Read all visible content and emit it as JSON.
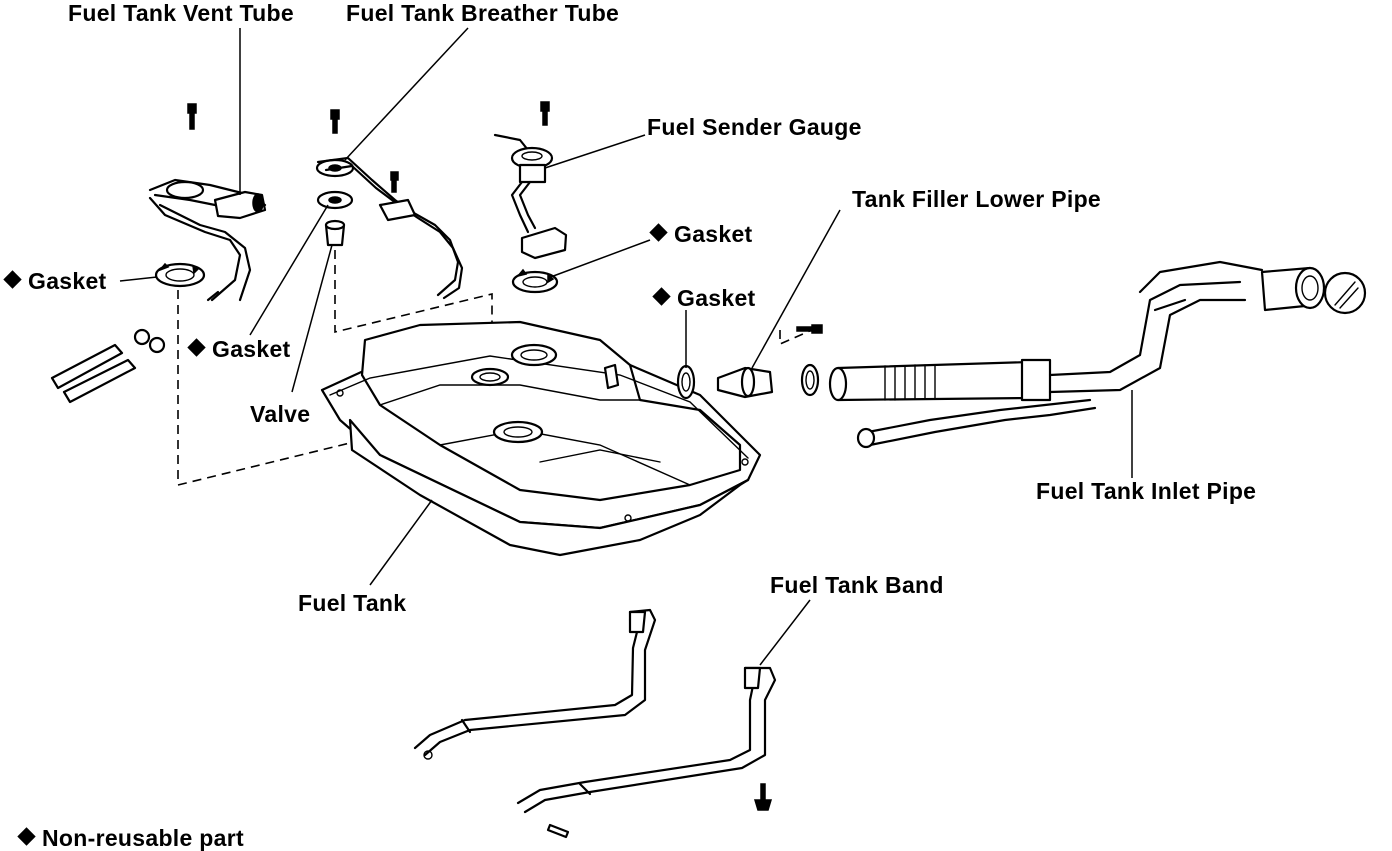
{
  "labels": {
    "fuel_tank_vent_tube": "Fuel Tank Vent Tube",
    "fuel_tank_breather_tube": "Fuel Tank Breather Tube",
    "fuel_sender_gauge": "Fuel Sender Gauge",
    "tank_filler_lower_pipe": "Tank Filler Lower Pipe",
    "gasket_sender": "Gasket",
    "gasket_filler": "Gasket",
    "gasket_left": "Gasket",
    "gasket_center": "Gasket",
    "valve": "Valve",
    "fuel_tank_inlet_pipe": "Fuel Tank Inlet Pipe",
    "fuel_tank": "Fuel Tank",
    "fuel_tank_band": "Fuel Tank Band",
    "legend_non_reusable": "Non-reusable part"
  },
  "icons": {
    "non_reusable_marker": "diamond-icon"
  },
  "colors": {
    "ink": "#000000",
    "paper": "#ffffff"
  }
}
